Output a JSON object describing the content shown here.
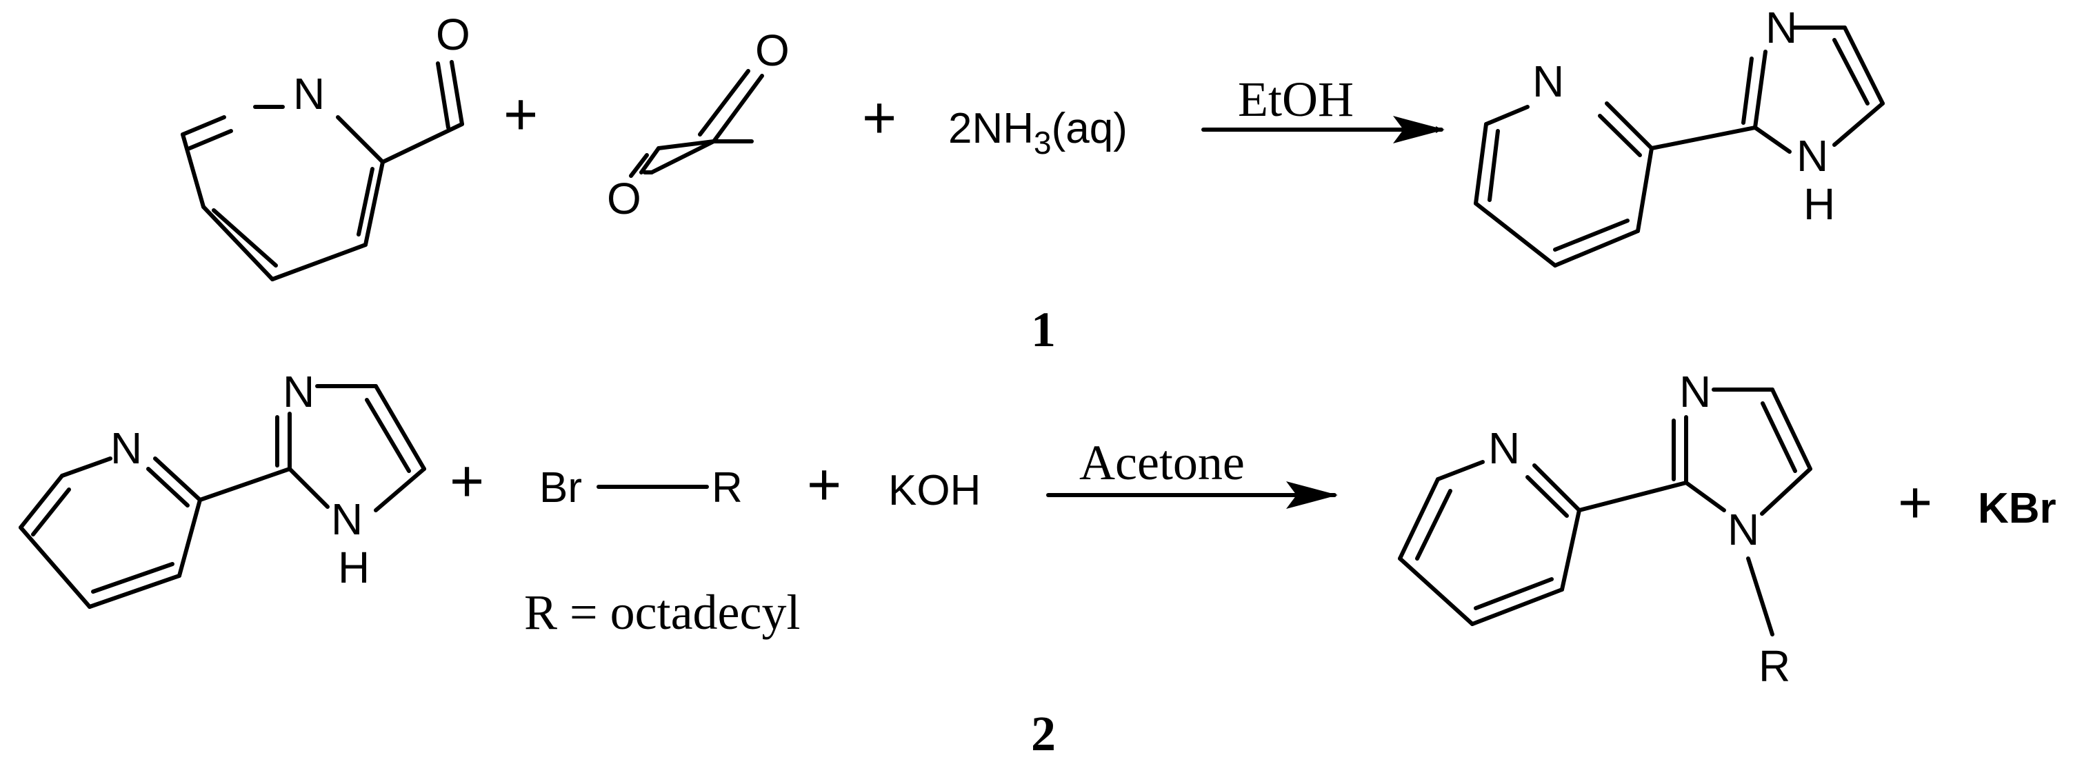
{
  "reaction1": {
    "pyridine_carbaldehyde": {
      "N": "N",
      "O": "O"
    },
    "plus_1": "+",
    "glyoxal": {
      "O_top": "O",
      "O_bottom": "O"
    },
    "plus_2": "+",
    "ammonia_coef": "2NH",
    "ammonia_sub": "3",
    "ammonia_state": "(aq)",
    "arrow_label": "EtOH",
    "product": {
      "N_py": "N",
      "N_im": "N",
      "N_H": "N",
      "H": "H"
    },
    "compound_number": "1"
  },
  "reaction2": {
    "reactant": {
      "N_py": "N",
      "N_im": "N",
      "N_H": "N",
      "H": "H"
    },
    "plus_1": "+",
    "alkyl_bromide": {
      "Br": "Br",
      "R": "R"
    },
    "plus_2": "+",
    "base": "KOH",
    "r_definition": "R = octadecyl",
    "arrow_label": "Acetone",
    "product": {
      "N_py": "N",
      "N_im": "N",
      "N_R": "N",
      "R": "R"
    },
    "plus_3": "+",
    "byproduct": "KBr",
    "compound_number": "2"
  }
}
